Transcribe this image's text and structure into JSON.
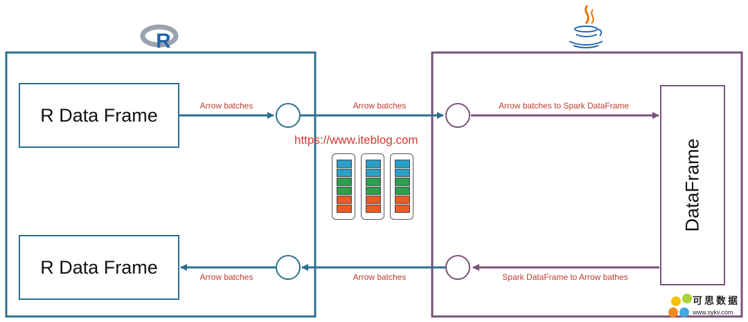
{
  "left_box": {
    "logo": "R",
    "top_frame": "R Data Frame",
    "bottom_frame": "R Data Frame"
  },
  "right_box": {
    "dataframe": "DataFrame"
  },
  "labels": {
    "top_left": "Arrow batches",
    "top_middle": "Arrow batches",
    "top_right": "Arrow batches to Spark DataFrame",
    "bottom_left": "Arrow batches",
    "bottom_middle": "Arrow batches",
    "bottom_right": "Spark DataFrame to Arrow bathes"
  },
  "watermark": "https://www.iteblog.com",
  "corner_logo": {
    "text": "可思数据",
    "url": "www.sykv.com"
  },
  "colors": {
    "r_side": "#2a6f91",
    "jvm_side": "#7a4f7a",
    "label_text": "#c0392b",
    "batch_blue": "#2aa0c8",
    "batch_green": "#2e9e4f",
    "batch_orange": "#ee5a24"
  },
  "batches": [
    {
      "cells": [
        "blue",
        "blue",
        "green",
        "green",
        "orange",
        "orange"
      ]
    },
    {
      "cells": [
        "blue",
        "blue",
        "green",
        "green",
        "orange",
        "orange"
      ]
    },
    {
      "cells": [
        "blue",
        "blue",
        "green",
        "green",
        "orange",
        "orange"
      ]
    }
  ]
}
